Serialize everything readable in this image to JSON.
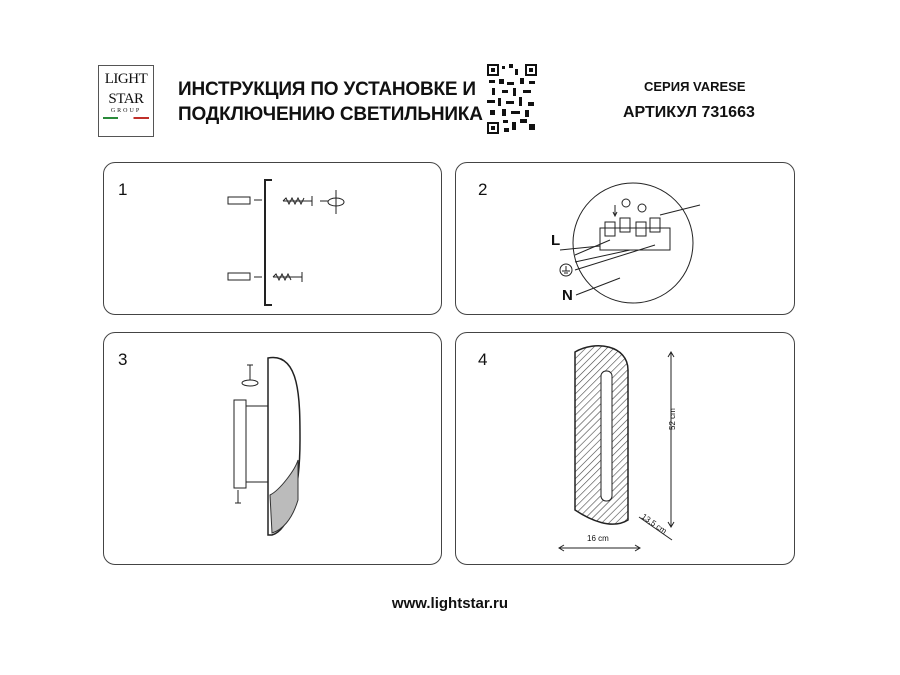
{
  "logo": {
    "line1": "LIGHT",
    "line2": "STAR",
    "line3": "GROUP"
  },
  "header": {
    "title_line1": "ИНСТРУКЦИЯ ПО УСТАНОВКЕ И",
    "title_line2": "ПОДКЛЮЧЕНИЮ СВЕТИЛЬНИКА",
    "series": "СЕРИЯ VARESE",
    "article": "АРТИКУЛ 731663"
  },
  "panels": [
    {
      "number": "1"
    },
    {
      "number": "2",
      "labels": {
        "live": "L",
        "neutral": "N"
      }
    },
    {
      "number": "3"
    },
    {
      "number": "4",
      "dimensions": {
        "height": "52 cm",
        "width": "16 cm",
        "depth": "13,5 cm"
      }
    }
  ],
  "footer": {
    "url": "www.lightstar.ru"
  }
}
